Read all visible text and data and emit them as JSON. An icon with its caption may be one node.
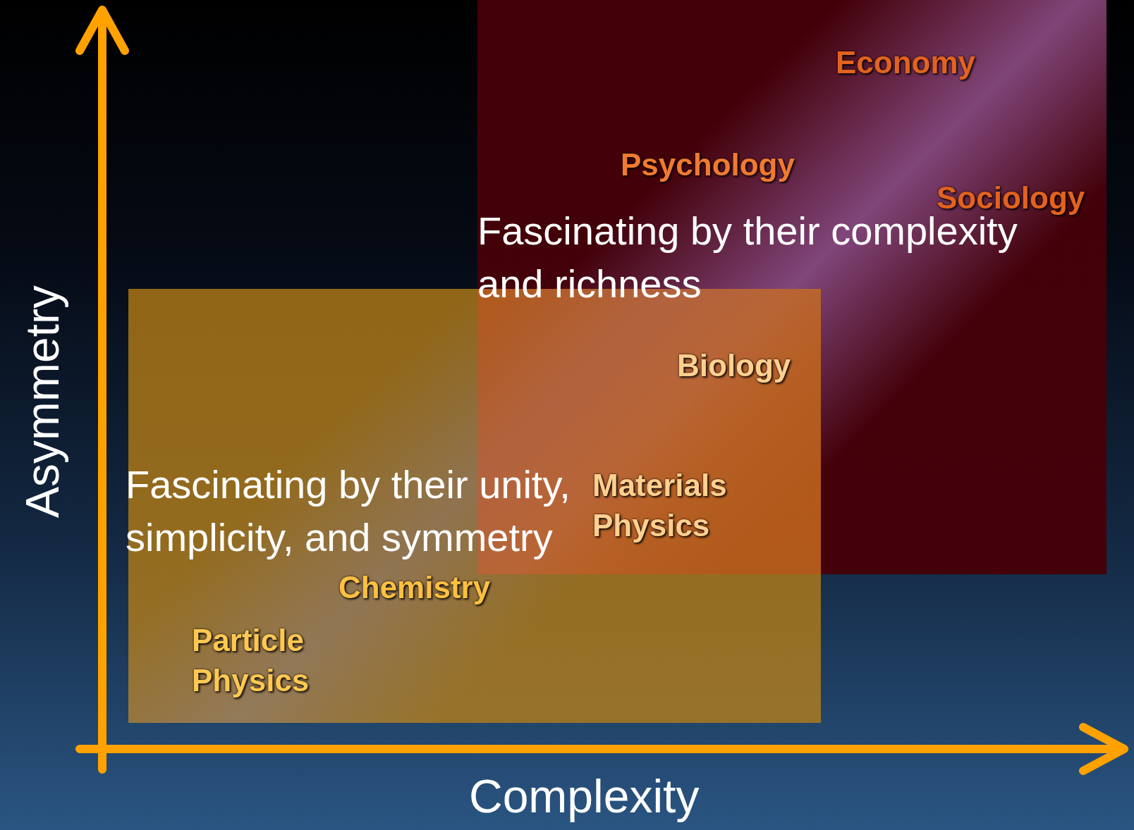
{
  "diagram": {
    "nodes": [
      {
        "text": [
          "Fascinating by their complexity and richness"
        ]
      },
      {
        "text": [
          "Fascinating by their unity, simplicity, and symmetry"
        ]
      }
    ],
    "edges": [],
    "labels": [
      "Economy",
      "Sociology",
      "Psychology",
      "Biology",
      "Chemistry",
      "Materials Physics",
      "Particle Physics",
      "Asymmetry",
      "Complexity"
    ]
  }
}
